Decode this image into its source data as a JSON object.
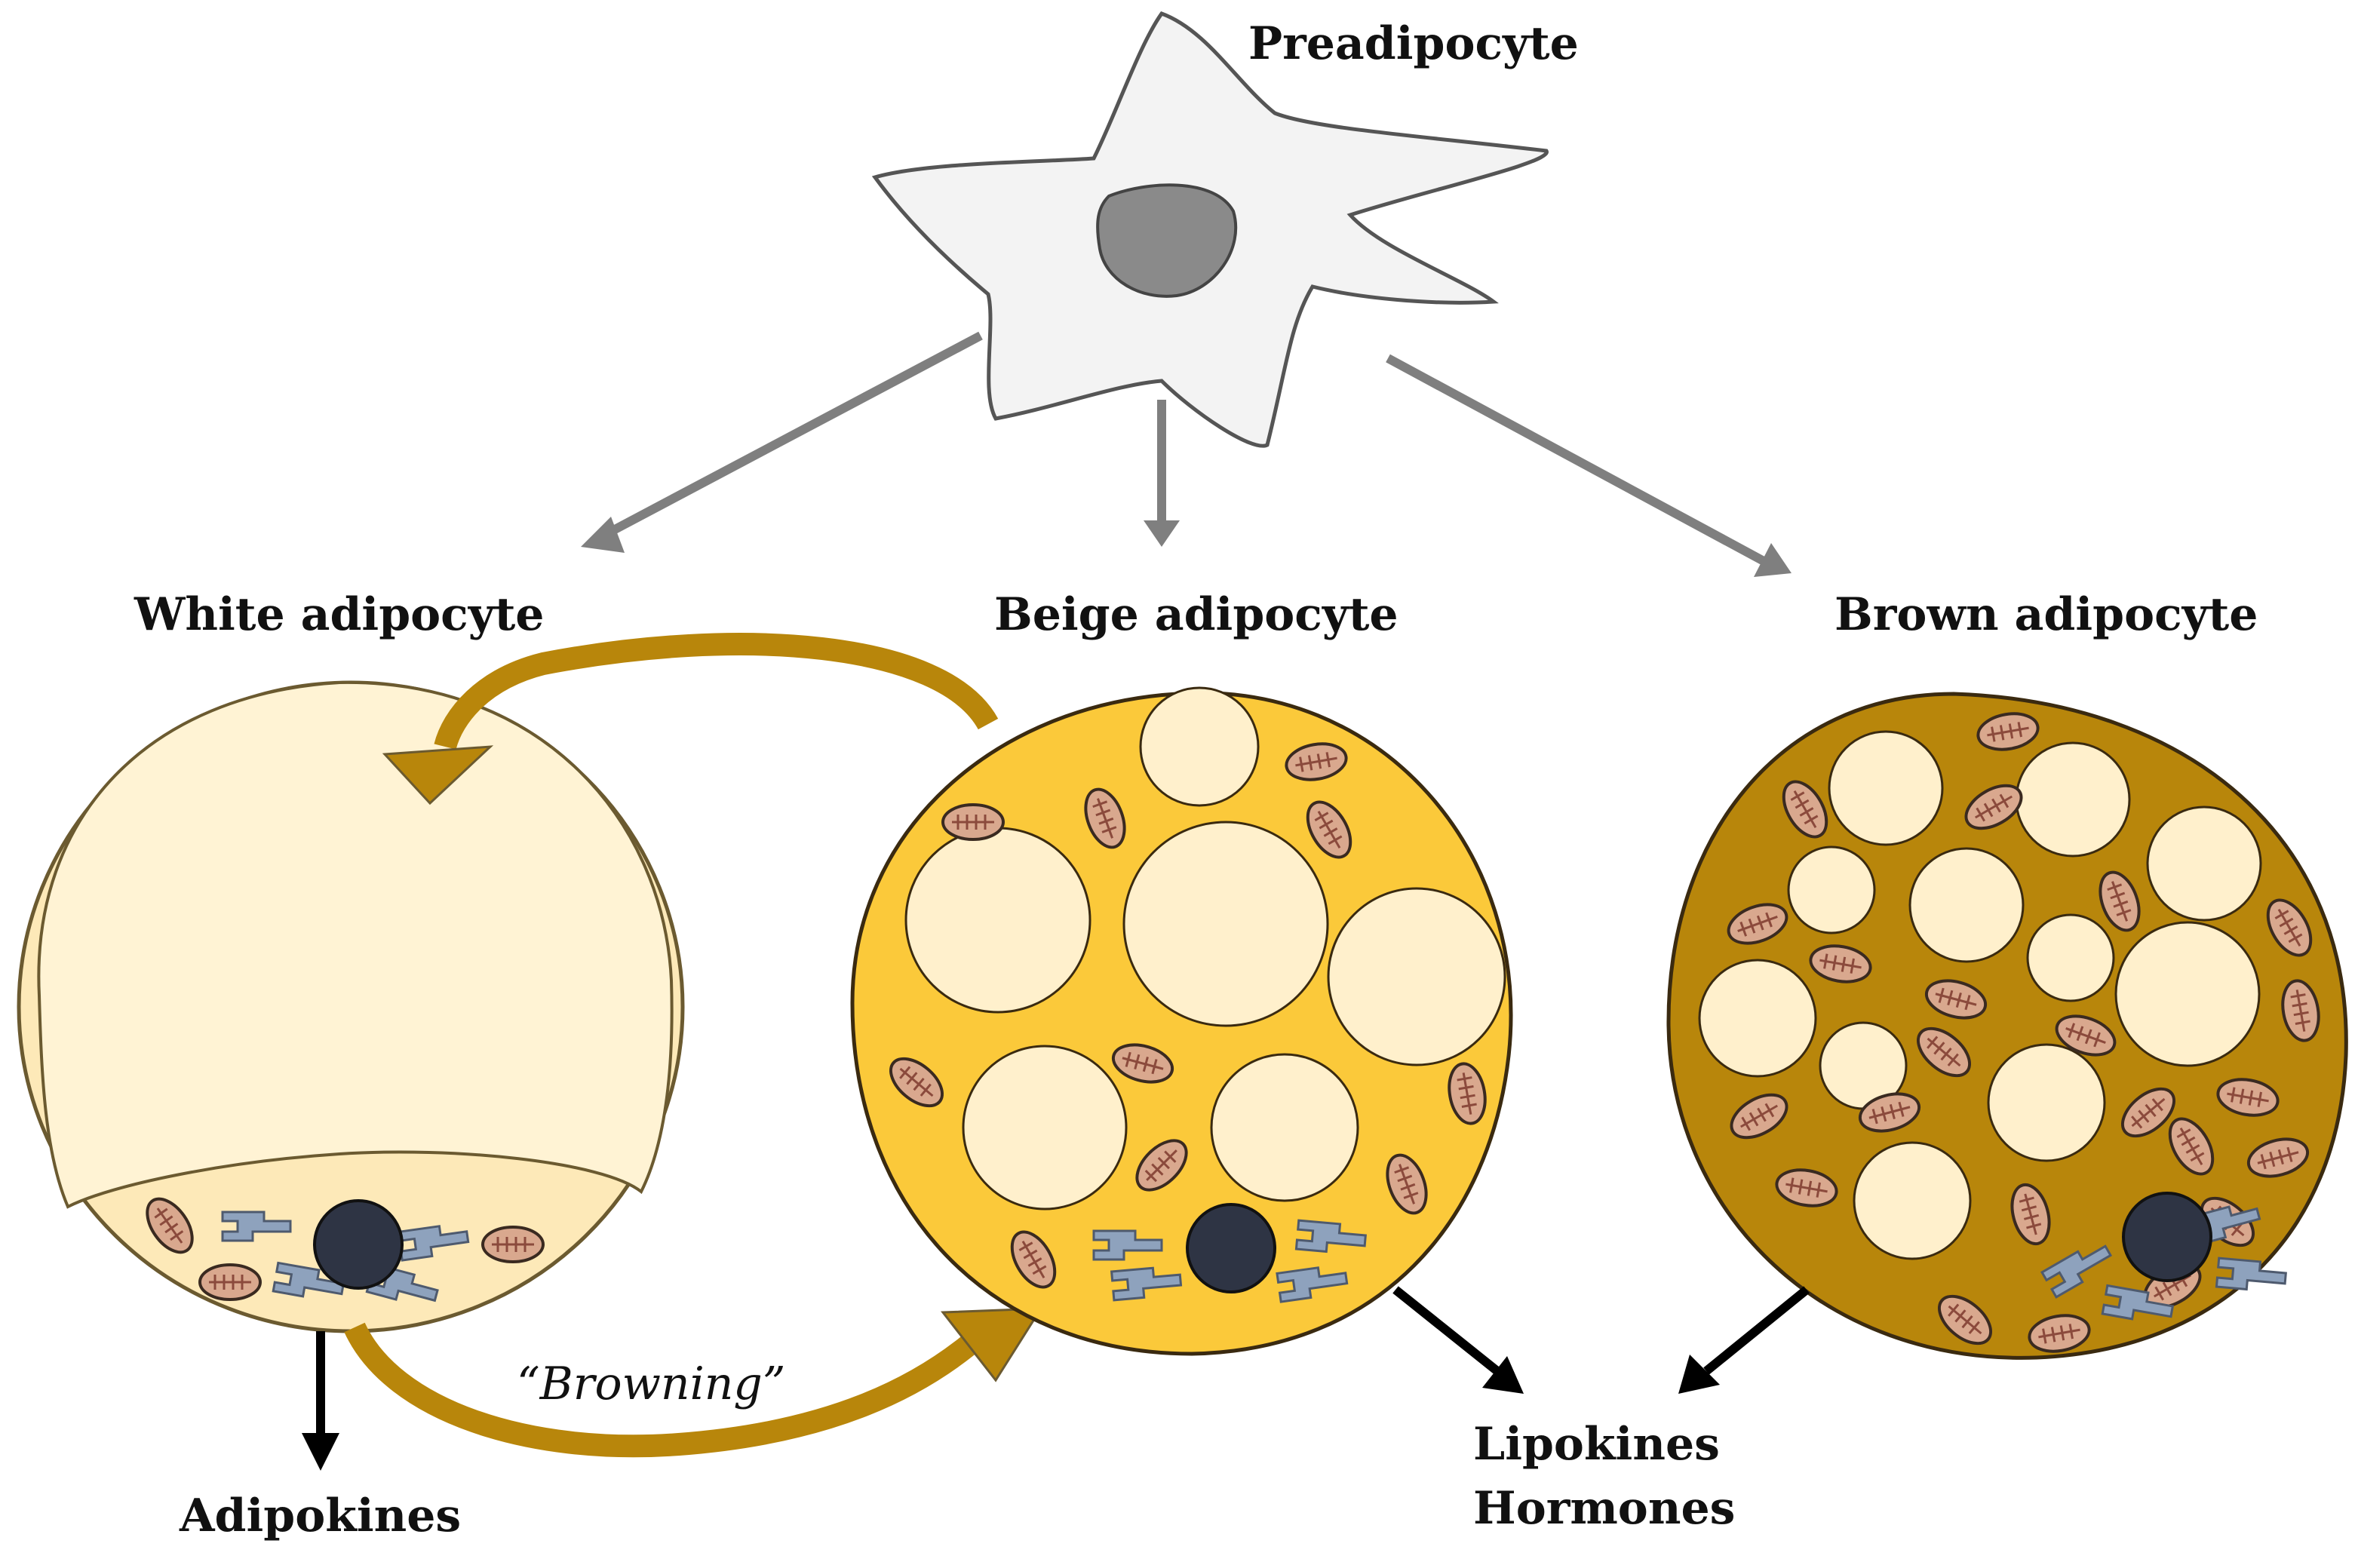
{
  "labels": {
    "preadipocyte": "Preadipocyte",
    "white": "White adipocyte",
    "beige": "Beige adipocyte",
    "brown": "Brown adipocyte",
    "browning": "“Browning”",
    "adipokines": "Adipokines",
    "lipokines": "Lipokines",
    "hormones": "Hormones"
  },
  "colors": {
    "white_cell": "#fde9b8",
    "white_droplet": "#fff3d4",
    "beige_cell": "#fbc93a",
    "brown_cell": "#b8860b",
    "droplet": "#fff0cc",
    "nucleus": "#2e3444",
    "er": "#8ea2bd",
    "mito_fill": "#d9a88e",
    "mito_crista": "#8b4a3c",
    "gray_arrow": "#7f7f7f",
    "gold_arrow": "#b8860b",
    "pre_nucleus": "#8a8a8a"
  }
}
